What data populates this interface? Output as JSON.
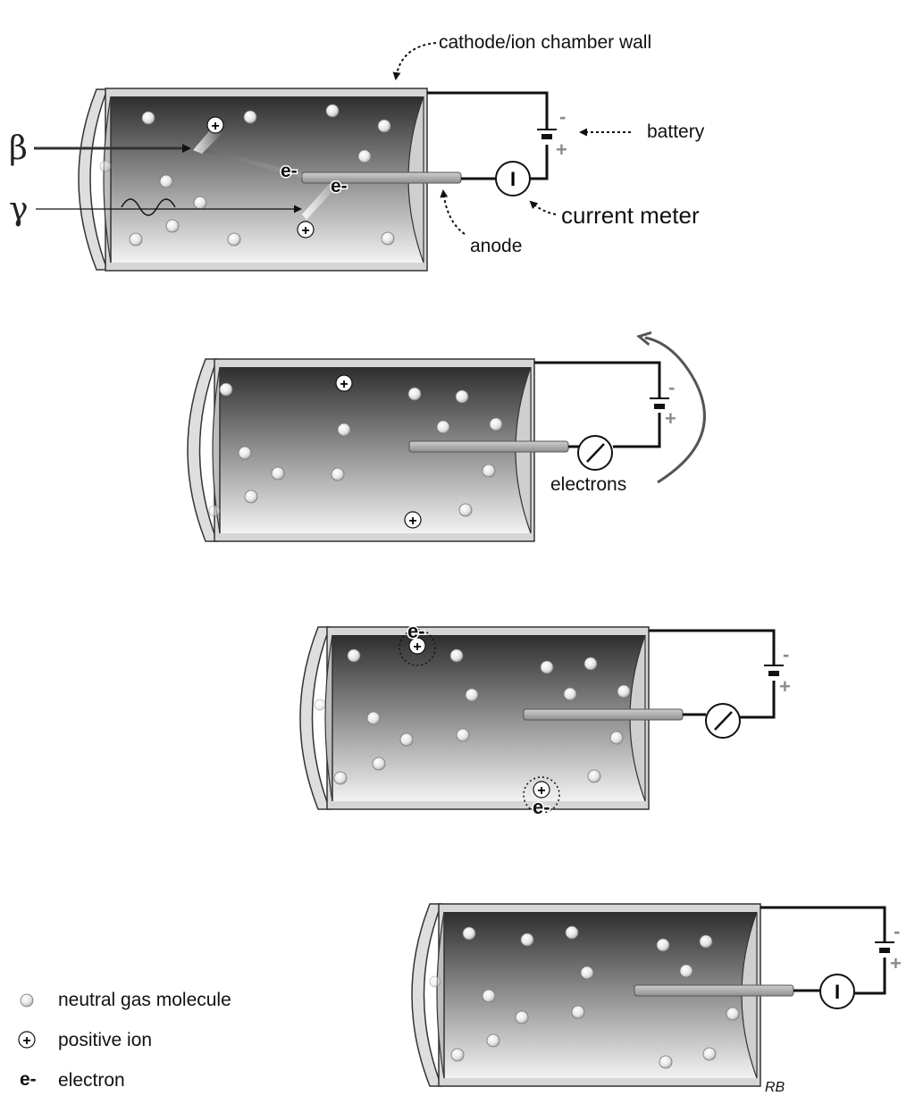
{
  "labels": {
    "cathode_wall": "cathode/ion chamber wall",
    "battery": "battery",
    "current_meter": "current meter",
    "anode": "anode",
    "electrons": "electrons",
    "beta": "β",
    "gamma": "γ",
    "meter_symbol": "I",
    "signature": "RB"
  },
  "symbols": {
    "minus": "-",
    "plus": "+",
    "electron": "e-",
    "positive_ion": "+"
  },
  "legend": [
    {
      "icon": "neutral-molecule-icon",
      "label": "neutral gas molecule"
    },
    {
      "icon": "positive-ion-icon",
      "label": "positive ion"
    },
    {
      "icon": "electron-icon",
      "label": "electron"
    }
  ],
  "colors": {
    "chamber_dark": "#2e2e2e",
    "chamber_light": "#f2f2f2",
    "wall": "#d4d4d4",
    "anode": "#a6a6a6",
    "polarity_gray": "#8c8c8c",
    "wire": "#111111"
  }
}
